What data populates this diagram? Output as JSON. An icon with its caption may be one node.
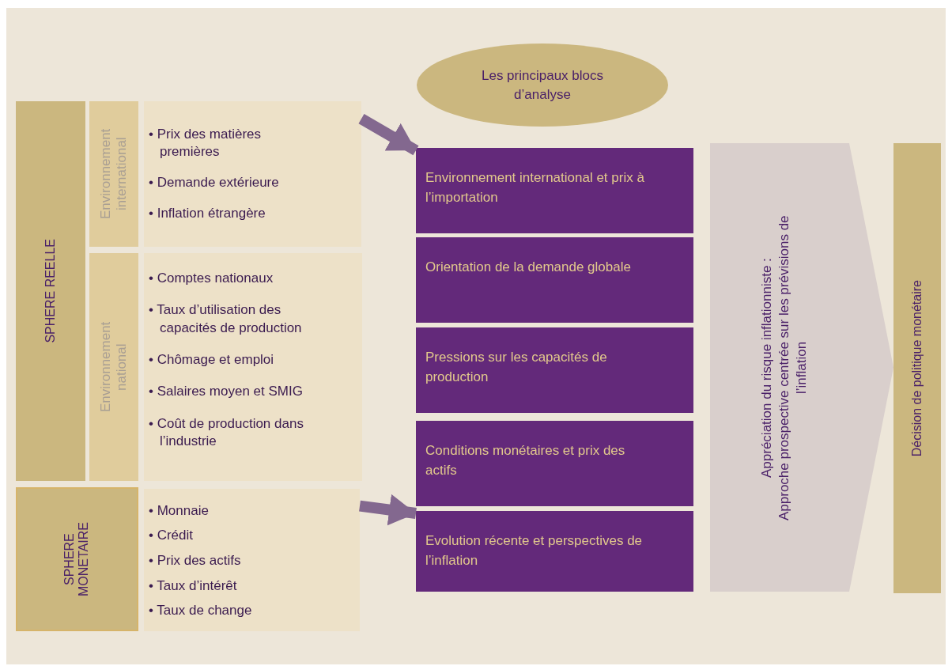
{
  "diagram": {
    "nodes": [
      {
        "text": [
          "SPHERE REELLE"
        ]
      },
      {
        "text": [
          "Environnement international"
        ]
      },
      {
        "text": [
          "• Prix des matières premières",
          "• Demande extérieure",
          "• Inflation étrangère"
        ]
      },
      {
        "text": [
          "Environnement national"
        ]
      },
      {
        "text": [
          "• Comptes nationaux",
          "• Taux d’utilisation des capacités de production",
          "• Chômage et emploi",
          "• Salaires moyen et SMIG",
          "• Coût de production dans l’industrie"
        ]
      },
      {
        "text": [
          "SPHERE MONETAIRE"
        ]
      },
      {
        "text": [
          "• Monnaie",
          "• Crédit",
          "• Prix des actifs",
          "• Taux d’intérêt",
          "• Taux de change"
        ]
      },
      {
        "text": [
          "Les principaux blocs d’analyse"
        ]
      },
      {
        "text": [
          "Environnement international et prix à l’importation"
        ]
      },
      {
        "text": [
          "Orientation de la demande globale"
        ]
      },
      {
        "text": [
          "Pressions sur les capacités de production"
        ]
      },
      {
        "text": [
          "Conditions monétaires et prix des actifs"
        ]
      },
      {
        "text": [
          "Evolution récente et perspectives de l’inflation"
        ]
      },
      {
        "text": [
          "Appréciation du risque inflationniste :",
          "Approche prospective centrée sur les prévisions de l’inflation"
        ]
      },
      {
        "text": [
          "Décision de politique monétaire"
        ]
      }
    ],
    "edges": [
      {
        "from": 2,
        "to": 8,
        "arrow": "to"
      },
      {
        "from": 6,
        "to": 12,
        "arrow": "to"
      }
    ]
  }
}
